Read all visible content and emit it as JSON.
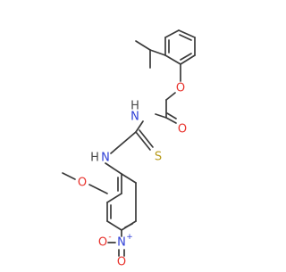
{
  "molecule": {
    "atom_labels": {
      "ether_o": "O",
      "amide_o": "O",
      "amide_n": "N",
      "amide_h": "H",
      "thio_s": "S",
      "thio_n": "N",
      "thio_h": "H",
      "methoxy_o": "O",
      "nitro_n": "N",
      "nitro_n_charge": "+",
      "nitro_o_left": "O",
      "nitro_o_left_charge": "-",
      "nitro_o_bottom": "O"
    },
    "colors": {
      "carbon": "#3a3a3a",
      "oxygen": "#e8322c",
      "nitrogen": "#2f3fd6",
      "sulfur": "#b79a1a",
      "hydrogen": "#4a4a4a"
    }
  }
}
